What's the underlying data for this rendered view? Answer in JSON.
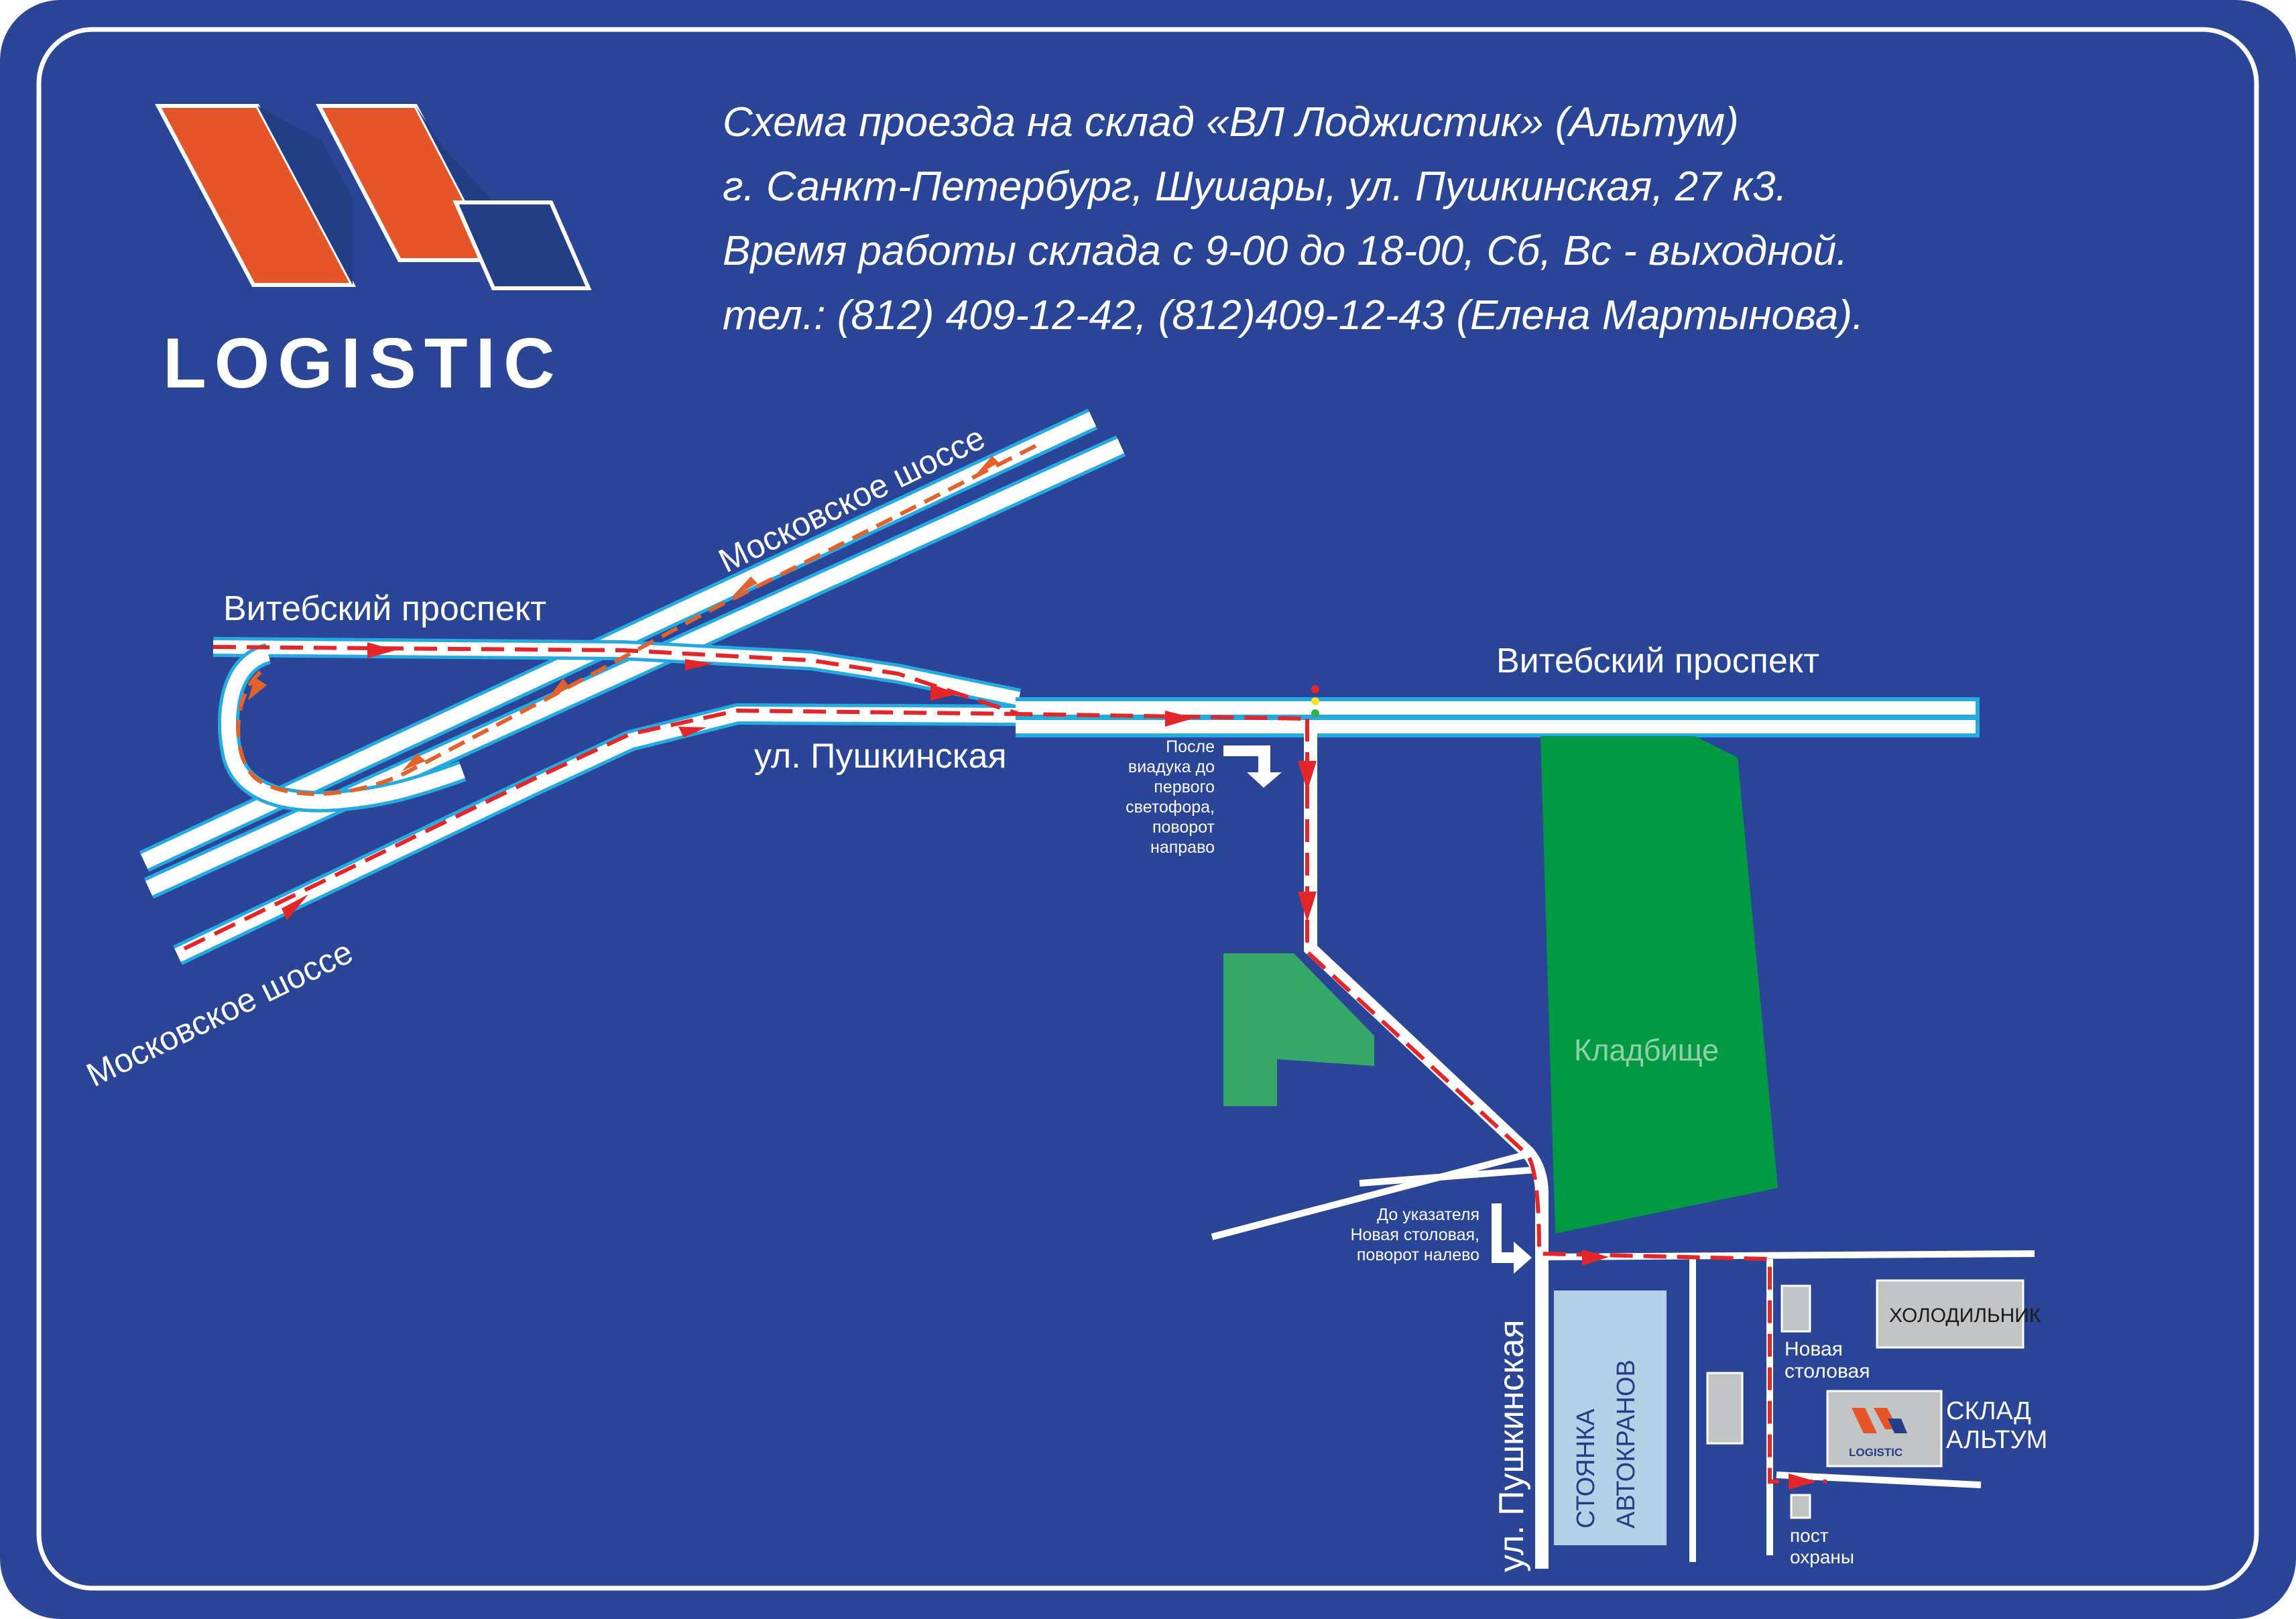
{
  "header": {
    "line1": "Схема проезда на склад «ВЛ Лоджистик» (Альтум)",
    "line2": "г. Санкт-Петербург, Шушары, ул. Пушкинская, 27 к3.",
    "line3": "Время работы склада с 9-00 до 18-00, Сб, Вс - выходной.",
    "line4": "тел.:  (812) 409-12-42, (812)409-12-43 (Елена Мартынова)."
  },
  "logo": {
    "text": "LOGISTIC",
    "small_text": "LOGISTIC"
  },
  "roads": {
    "moskovskoe_top": "Московское шоссе",
    "moskovskoe_bottom": "Московское шоссе",
    "vitebsky_left": "Витебский проспект",
    "vitebsky_right": "Витебский проспект",
    "pushkinskaya_horizontal": "ул. Пушкинская",
    "pushkinskaya_vertical": "ул. Пушкинская"
  },
  "notes": {
    "after_viaduct": [
      "После",
      "виадука до",
      "первого",
      "светофора,",
      "поворот",
      "направо"
    ],
    "to_sign": [
      "До указателя",
      "Новая столовая,",
      "поворот налево"
    ]
  },
  "places": {
    "cemetery": "Кладбище",
    "crane_parking": [
      "СТОЯНКА",
      "АВТОКРАНОВ"
    ],
    "fridge": "ХОЛОДИЛЬНИК",
    "canteen": [
      "Новая",
      "столовая"
    ],
    "warehouse": [
      "СКЛАД",
      "АЛЬТУМ"
    ],
    "guard": [
      "пост",
      "охраны"
    ]
  },
  "colors": {
    "background": "#2b4596",
    "road": "#ffffff",
    "road_edge": "#26a9e0",
    "route": "#e2262a",
    "route_alt": "#e1622c",
    "logo_orange": "#e4562a",
    "logo_navy": "#233e85",
    "park_green": "#009a44",
    "park_light": "#36a768",
    "crane_lot": "#b5cfe6",
    "building_grey": "#c3c4c6"
  },
  "icons": [
    "turn-right-arrow-icon",
    "turn-left-arrow-icon",
    "traffic-light-icon"
  ]
}
